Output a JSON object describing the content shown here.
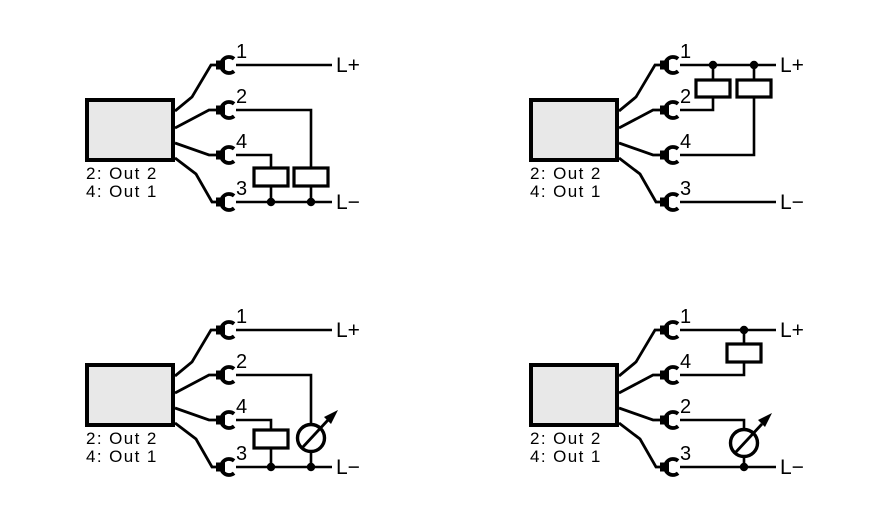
{
  "figure": {
    "type": "sensor-wiring-connection-diagrams",
    "background": "#ffffff",
    "line_color": "#000000",
    "device_fill": "#e8e8e8",
    "diagrams": [
      {
        "position": "top-left",
        "pin_labels": [
          "1",
          "2",
          "4",
          "3"
        ],
        "device_labels": [
          "2: Out 2",
          "4: Out 1"
        ],
        "rail_positive": "L+",
        "rail_negative": "L−",
        "load_count": 2,
        "has_meter": false,
        "description": "Pin 1 to L+; pins 2 and 4 each through a load to L−; pin 3 to L−"
      },
      {
        "position": "top-right",
        "pin_labels": [
          "1",
          "2",
          "4",
          "3"
        ],
        "device_labels": [
          "2: Out 2",
          "4: Out 1"
        ],
        "rail_positive": "L+",
        "rail_negative": "L−",
        "load_count": 2,
        "has_meter": false,
        "description": "Pin 1 to L+; pins 2 and 4 each through a load to L+; pin 3 to L−"
      },
      {
        "position": "bottom-left",
        "pin_labels": [
          "1",
          "2",
          "4",
          "3"
        ],
        "device_labels": [
          "2: Out 2",
          "4: Out 1"
        ],
        "rail_positive": "L+",
        "rail_negative": "L−",
        "load_count": 1,
        "has_meter": true,
        "description": "Pin 1 to L+; pin 2 through analogue indicator to L−; pin 4 through a load to L−; pin 3 to L−"
      },
      {
        "position": "bottom-right",
        "pin_labels": [
          "1",
          "4",
          "2",
          "3"
        ],
        "device_labels": [
          "2: Out 2",
          "4: Out 1"
        ],
        "rail_positive": "L+",
        "rail_negative": "L−",
        "load_count": 1,
        "has_meter": true,
        "description": "Pin 1 to L+; pin 4 through a load to L+; pin 2 through analogue indicator to L−; pin 3 to L−"
      }
    ]
  }
}
